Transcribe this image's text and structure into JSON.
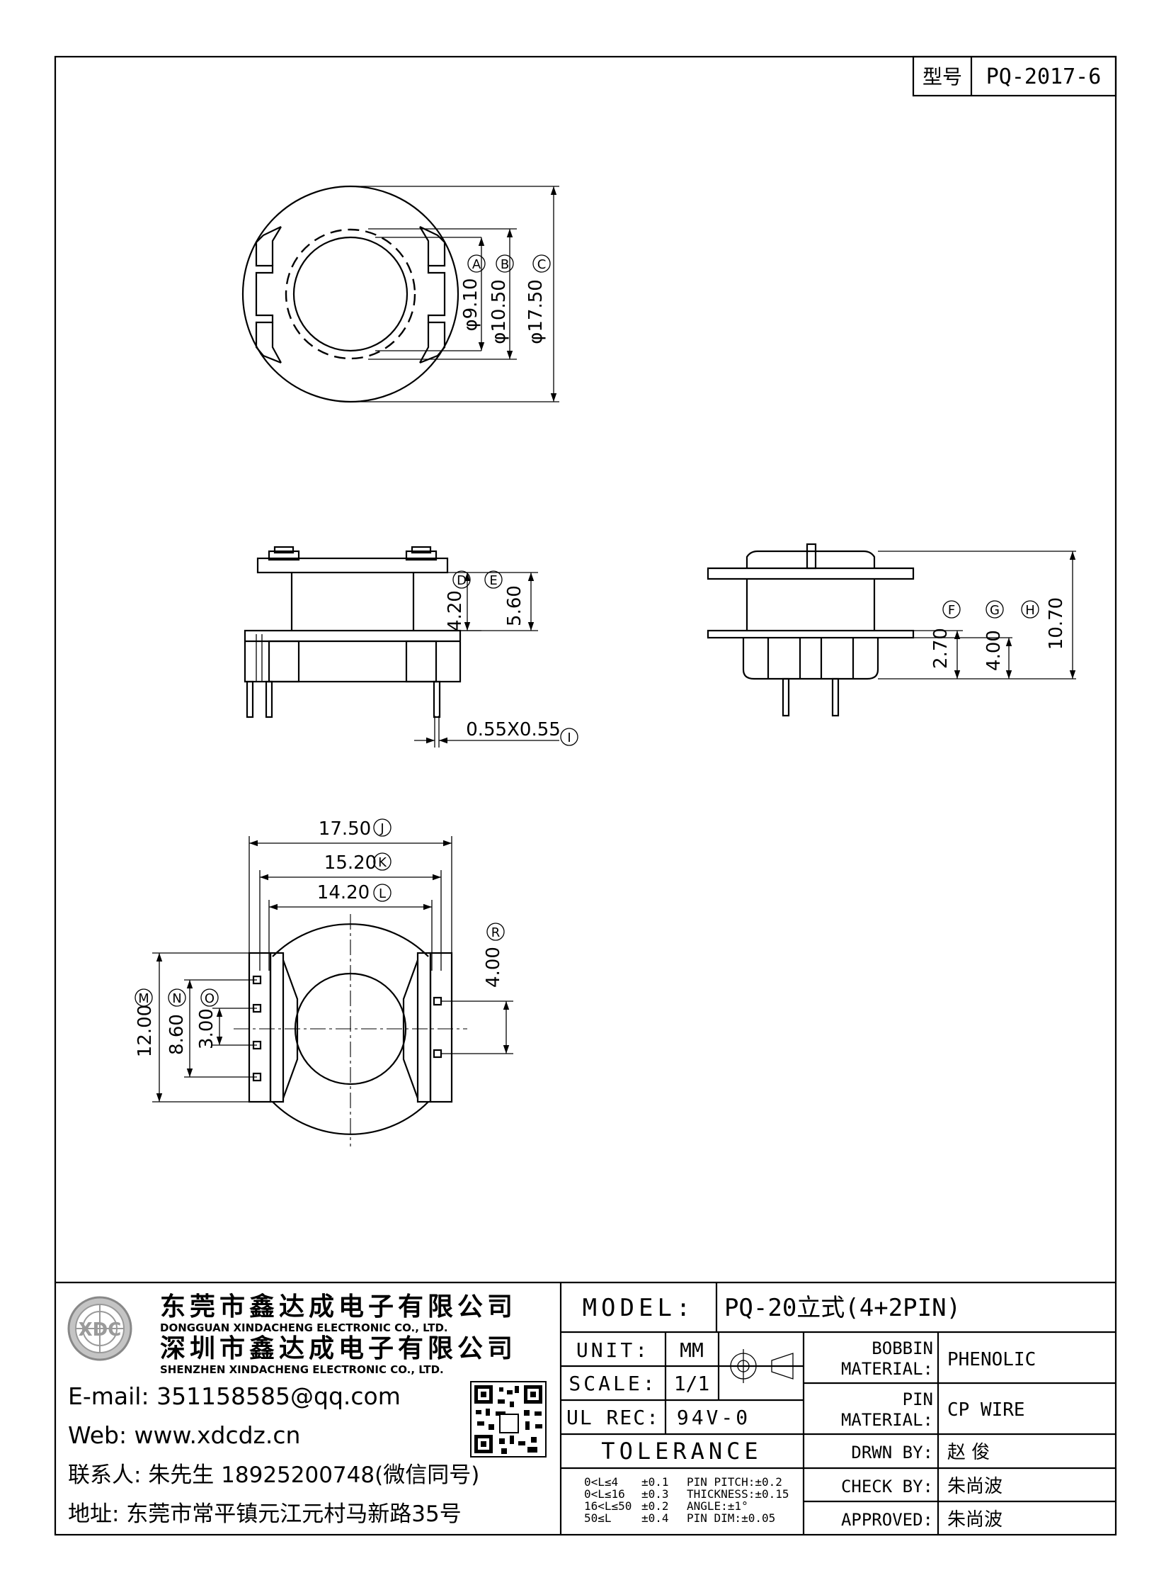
{
  "header": {
    "type_label": "型号",
    "part_number": "PQ-2017-6"
  },
  "dims": {
    "A": {
      "letter": "A",
      "value": "φ9.10"
    },
    "B": {
      "letter": "B",
      "value": "φ10.50"
    },
    "C": {
      "letter": "C",
      "value": "φ17.50"
    },
    "D": {
      "letter": "D",
      "value": "4.20"
    },
    "E": {
      "letter": "E",
      "value": "5.60"
    },
    "F": {
      "letter": "F",
      "value": "2.70"
    },
    "G": {
      "letter": "G",
      "value": "4.00"
    },
    "H": {
      "letter": "H",
      "value": "10.70"
    },
    "I": {
      "letter": "I",
      "value": "0.55X0.55"
    },
    "J": {
      "letter": "J",
      "value": "17.50"
    },
    "K": {
      "letter": "K",
      "value": "15.20"
    },
    "L": {
      "letter": "L",
      "value": "14.20"
    },
    "M": {
      "letter": "M",
      "value": "12.00"
    },
    "N": {
      "letter": "N",
      "value": "8.60"
    },
    "O": {
      "letter": "O",
      "value": "3.00"
    },
    "R": {
      "letter": "R",
      "value": "4.00"
    }
  },
  "company": {
    "name_cn_1": "东莞市鑫达成电子有限公司",
    "name_en_1": "DONGGUAN XINDACHENG ELECTRONIC CO., LTD.",
    "name_cn_2": "深圳市鑫达成电子有限公司",
    "name_en_2": "SHENZHEN XINDACHENG ELECTRONIC CO., LTD.",
    "logo_text": "XDC",
    "email": "E-mail: 351158585@qq.com",
    "web": "Web: www.xdcdz.cn",
    "contact": "联系人: 朱先生 18925200748(微信同号)",
    "address": "地址: 东莞市常平镇元江元村马新路35号"
  },
  "title_block": {
    "model_label": "MODEL:",
    "model_value": "PQ-20立式(4+2PIN)",
    "unit_label": "UNIT:",
    "unit_value": "MM",
    "scale_label": "SCALE:",
    "scale_value": "1/1",
    "ulrec_label": "UL REC:",
    "ulrec_value": "94V-0",
    "tolerance_label": "TOLERANCE",
    "tolerance_rows": [
      {
        "range": "0<L≤4",
        "tol": "±0.1",
        "spec": "PIN PITCH:±0.2"
      },
      {
        "range": "0<L≤16",
        "tol": "±0.3",
        "spec": "THICKNESS:±0.15"
      },
      {
        "range": "16<L≤50",
        "tol": "±0.2",
        "spec": "ANGLE:±1°"
      },
      {
        "range": "50≤L",
        "tol": "±0.4",
        "spec": "PIN DIM:±0.05"
      }
    ],
    "bobbin_material_label_1": "BOBBIN",
    "bobbin_material_label_2": "MATERIAL:",
    "bobbin_material_value": "PHENOLIC",
    "pin_material_label_1": "PIN",
    "pin_material_label_2": "MATERIAL:",
    "pin_material_value": "CP WIRE",
    "drawn_by_label": "DRWN BY:",
    "drawn_by_value": "赵 俊",
    "check_by_label": "CHECK BY:",
    "check_by_value": "朱尚波",
    "approved_label": "APPROVED:",
    "approved_value": "朱尚波"
  }
}
